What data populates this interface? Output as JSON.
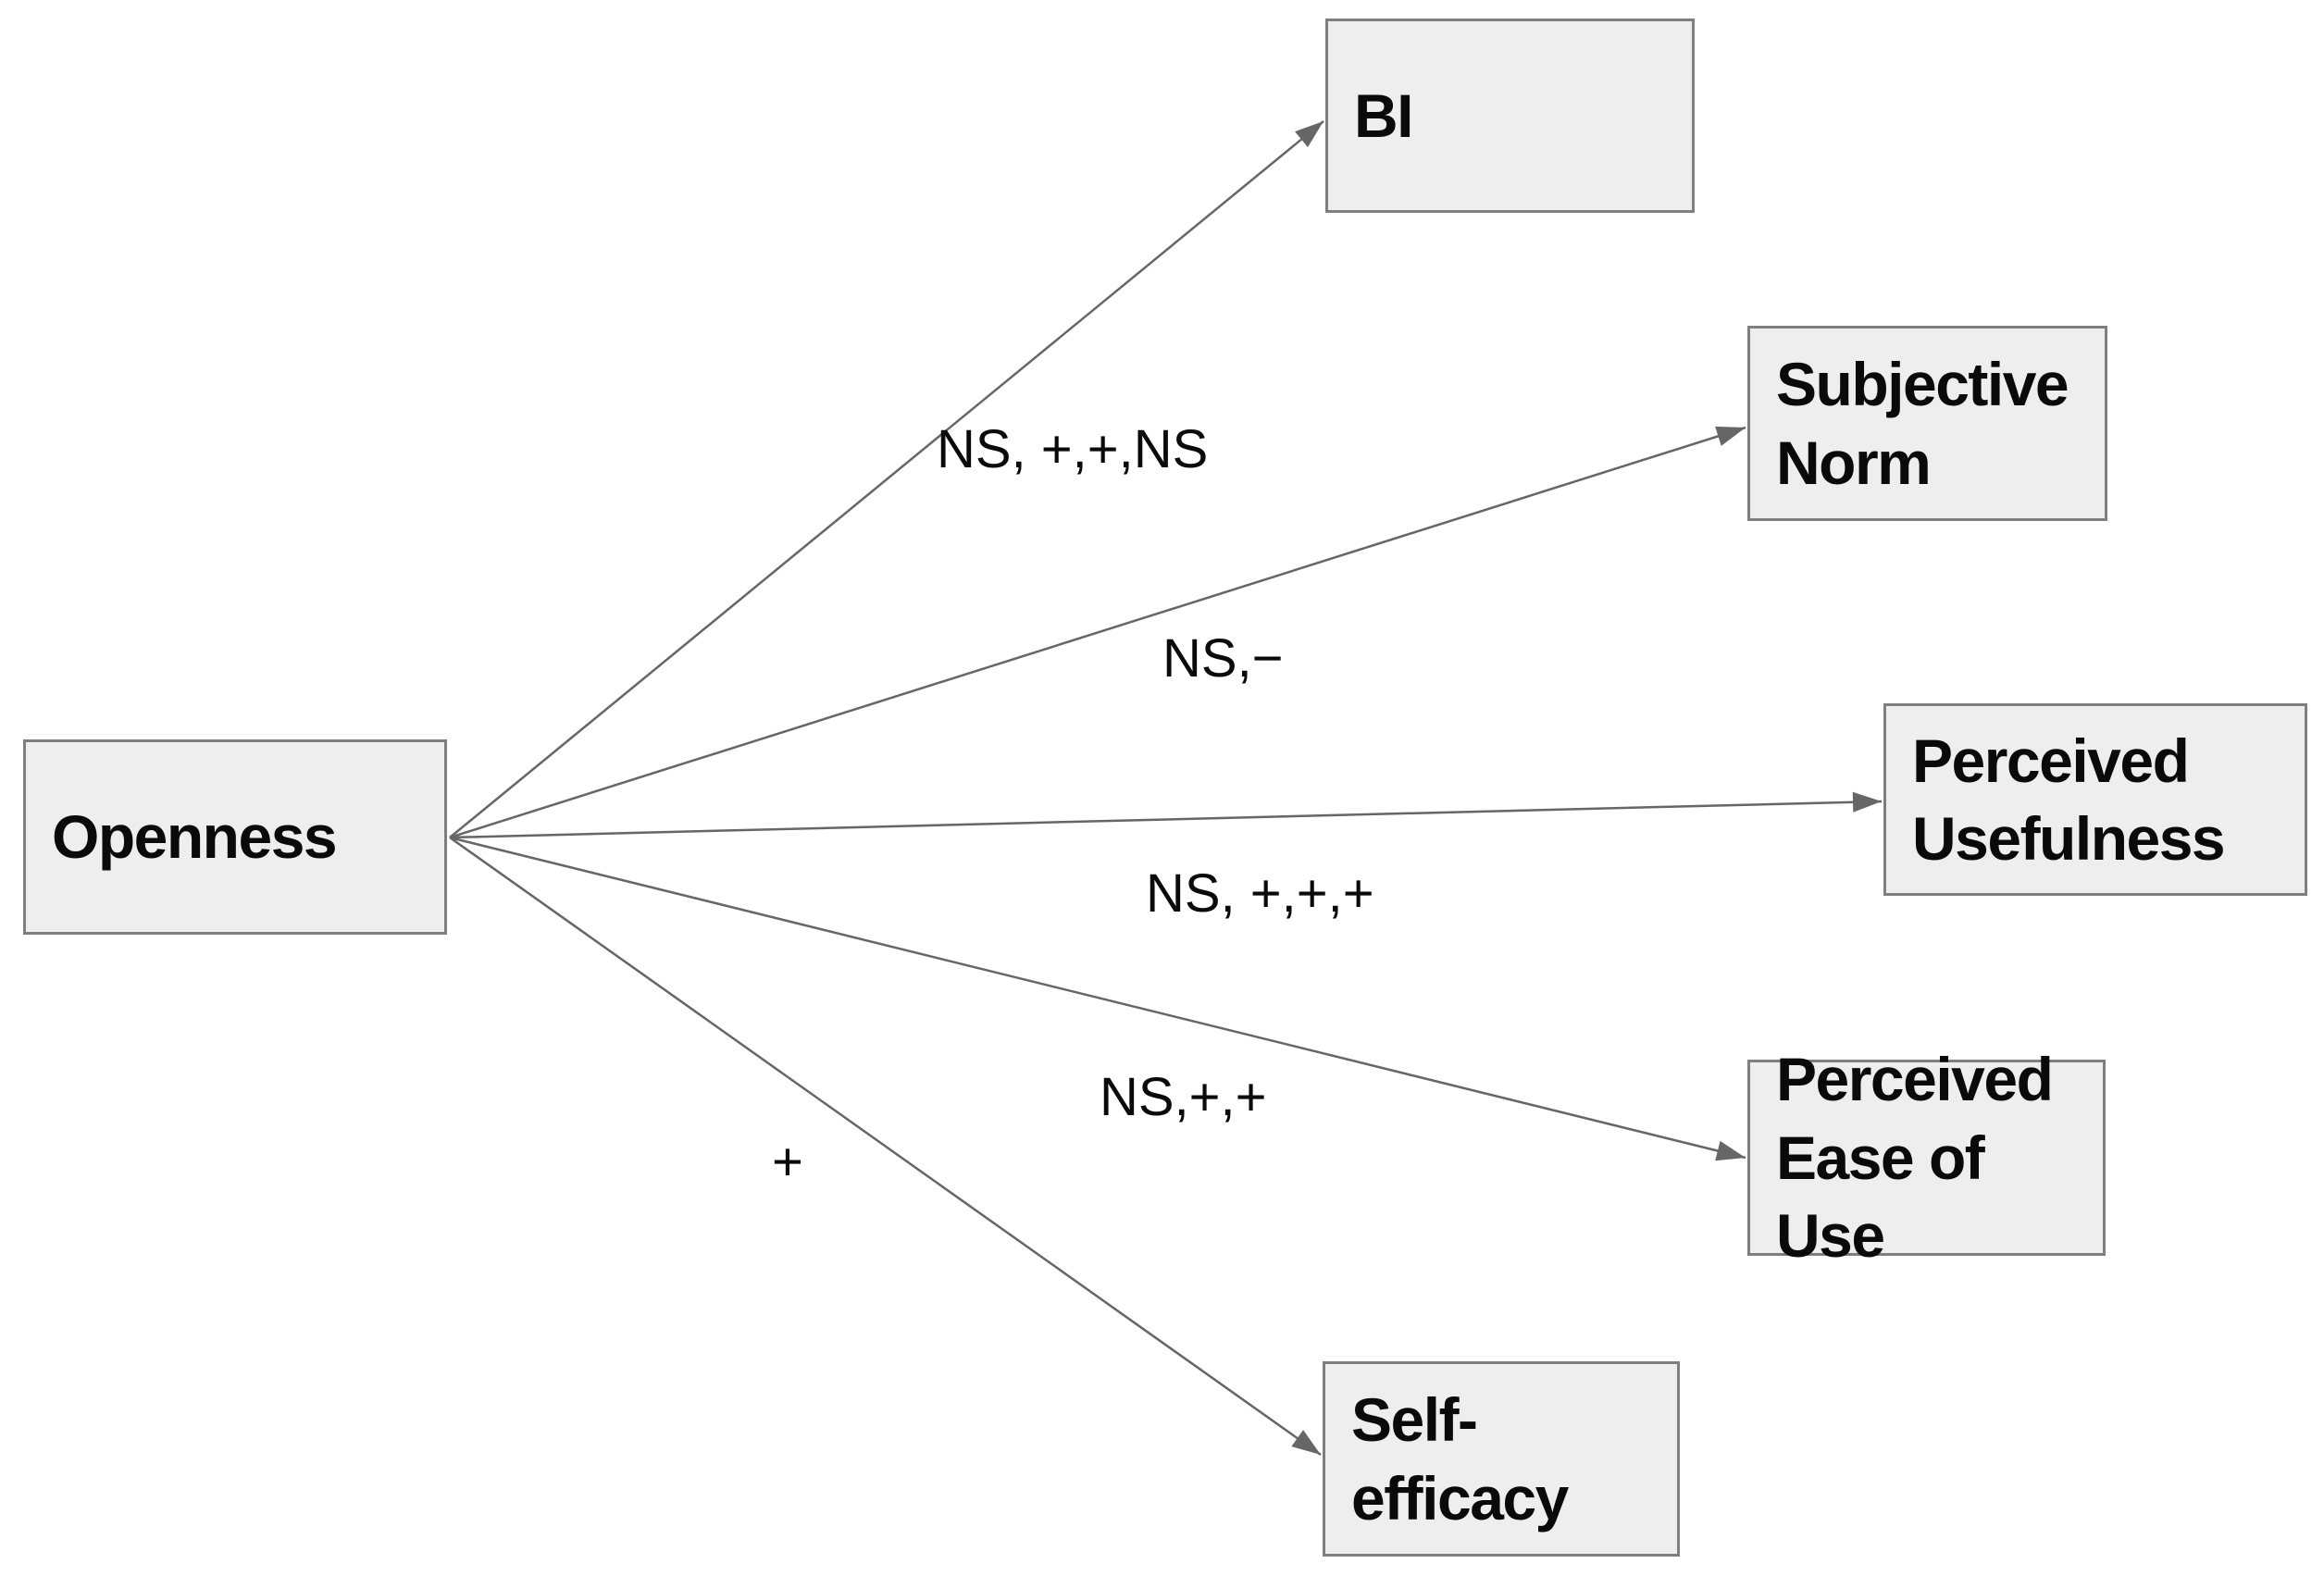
{
  "figure": {
    "type": "path-model-diagram",
    "background": "#ffffff",
    "box_fill": "#eeeeee",
    "box_border": "#7f7f7f",
    "line_color": "#666666",
    "text_color": "#0a0a0a"
  },
  "nodes": {
    "openness": {
      "label": "Openness"
    },
    "bi": {
      "label": "BI"
    },
    "subjective_norm": {
      "label": "Subjective\nNorm"
    },
    "perceived_usefulness": {
      "label": "Perceived\nUsefulness"
    },
    "perceived_ease_of_use": {
      "label": "Perceived\nEase of Use"
    },
    "self_efficacy": {
      "label": "Self-efficacy"
    }
  },
  "edges": [
    {
      "from": "Openness",
      "to": "BI",
      "label": "NS, +,+,NS"
    },
    {
      "from": "Openness",
      "to": "Subjective Norm",
      "label": "NS,−"
    },
    {
      "from": "Openness",
      "to": "Perceived Usefulness",
      "label": "NS, +,+,+"
    },
    {
      "from": "Openness",
      "to": "Perceived Ease of Use",
      "label": "NS,+,+"
    },
    {
      "from": "Openness",
      "to": "Self-efficacy",
      "label": "+"
    }
  ]
}
